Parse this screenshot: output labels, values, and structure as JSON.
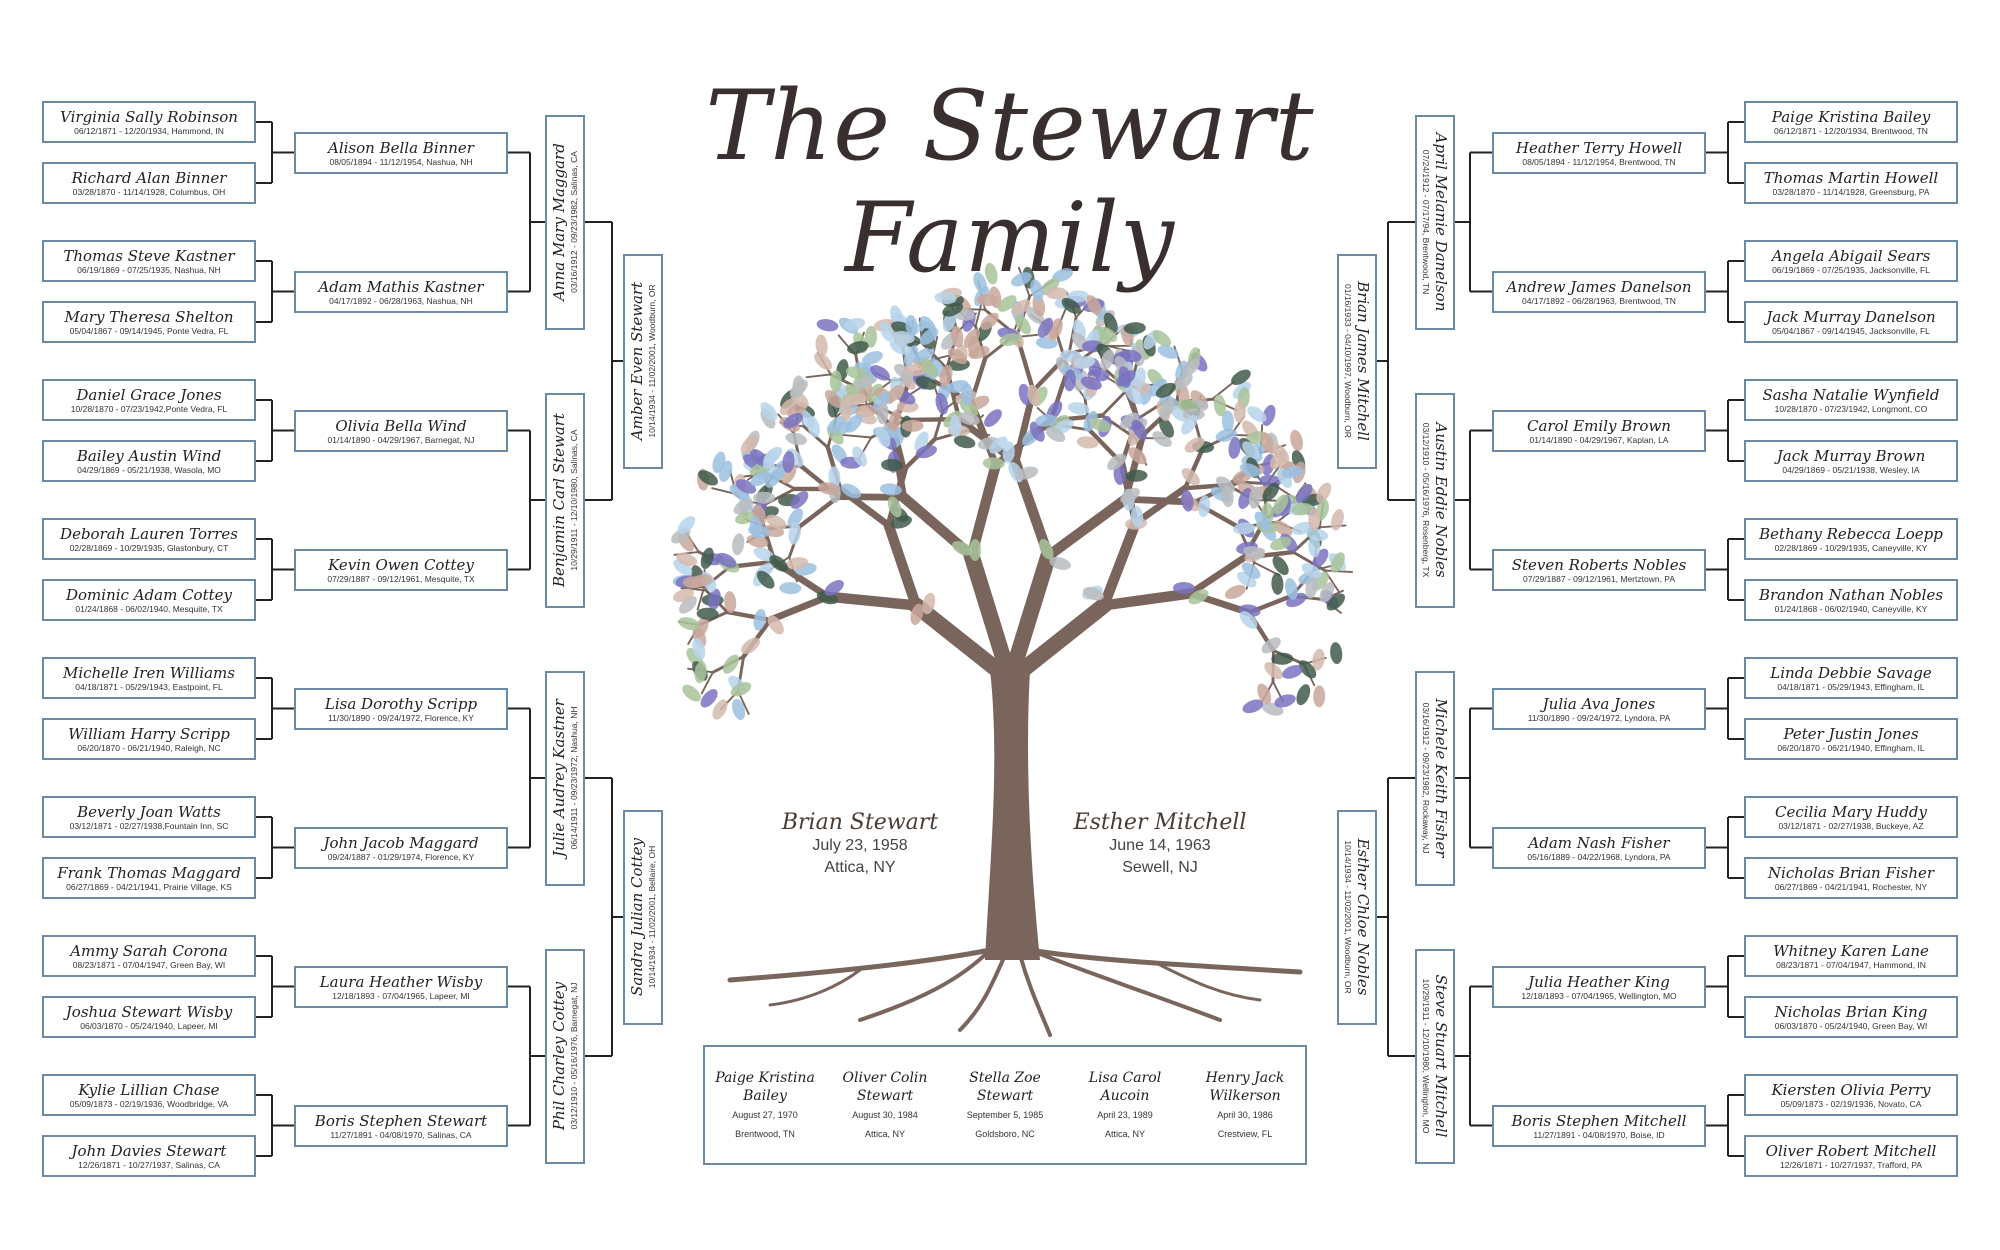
{
  "title": "The Stewart Family",
  "colors": {
    "box_border": "#6b8aa6",
    "line": "#222222",
    "trunk": "#7a655c"
  },
  "couple": {
    "husband": {
      "name": "Brian Stewart",
      "birth": "July 23, 1958",
      "place": "Attica, NY"
    },
    "wife": {
      "name": "Esther Mitchell",
      "birth": "June 14, 1963",
      "place": "Sewell, NJ"
    }
  },
  "children": [
    {
      "name": "Paige Kristina Bailey",
      "date": "August 27, 1970",
      "place": "Brentwood, TN"
    },
    {
      "name": "Oliver Colin Stewart",
      "date": "August 30, 1984",
      "place": "Attica, NY"
    },
    {
      "name": "Stella Zoe Stewart",
      "date": "September 5, 1985",
      "place": "Goldsboro, NC"
    },
    {
      "name": "Lisa Carol Aucoin",
      "date": "April 23, 1989",
      "place": "Attica, NY"
    },
    {
      "name": "Henry Jack Wilkerson",
      "date": "April 30, 1986",
      "place": "Crestview, FL"
    }
  ],
  "left": {
    "gen4": [
      {
        "name": "Virginia Sally Robinson",
        "dates": "06/12/1871 - 12/20/1934, Hammond, IN"
      },
      {
        "name": "Richard Alan Binner",
        "dates": "03/28/1870 - 11/14/1928, Columbus, OH"
      },
      {
        "name": "Thomas Steve Kastner",
        "dates": "06/19/1869 - 07/25/1935, Nashua, NH"
      },
      {
        "name": "Mary Theresa Shelton",
        "dates": "05/04/1867 - 09/14/1945, Ponte Vedra, FL"
      },
      {
        "name": "Daniel Grace Jones",
        "dates": "10/28/1870 - 07/23/1942,Ponte Vedra, FL"
      },
      {
        "name": "Bailey Austin Wind",
        "dates": "04/29/1869 - 05/21/1938, Wasola, MO"
      },
      {
        "name": "Deborah Lauren Torres",
        "dates": "02/28/1869 - 10/29/1935, Glastonbury, CT"
      },
      {
        "name": "Dominic Adam Cottey",
        "dates": "01/24/1868 - 06/02/1940, Mesquite, TX"
      },
      {
        "name": "Michelle Iren Williams",
        "dates": "04/18/1871 - 05/29/1943, Eastpoint, FL"
      },
      {
        "name": "William Harry Scripp",
        "dates": "06/20/1870 - 06/21/1940, Raleigh, NC"
      },
      {
        "name": "Beverly Joan Watts",
        "dates": "03/12/1871 - 02/27/1938,Fountain Inn, SC"
      },
      {
        "name": "Frank Thomas Maggard",
        "dates": "06/27/1869 - 04/21/1941, Prairie Village, KS"
      },
      {
        "name": "Ammy Sarah Corona",
        "dates": "08/23/1871 - 07/04/1947, Green Bay, WI"
      },
      {
        "name": "Joshua Stewart Wisby",
        "dates": "06/03/1870 - 05/24/1940, Lapeer, MI"
      },
      {
        "name": "Kylie Lillian Chase",
        "dates": "05/09/1873 - 02/19/1936, Woodbridge, VA"
      },
      {
        "name": "John Davies Stewart",
        "dates": "12/26/1871 - 10/27/1937, Salinas, CA"
      }
    ],
    "gen3": [
      {
        "name": "Alison Bella Binner",
        "dates": "08/05/1894 - 11/12/1954, Nashua, NH"
      },
      {
        "name": "Adam Mathis Kastner",
        "dates": "04/17/1892 - 06/28/1963, Nashua, NH"
      },
      {
        "name": "Olivia Bella Wind",
        "dates": "01/14/1890 - 04/29/1967, Barnegat, NJ"
      },
      {
        "name": "Kevin Owen Cottey",
        "dates": "07/29/1887 - 09/12/1961, Mesquite, TX"
      },
      {
        "name": "Lisa Dorothy Scripp",
        "dates": "11/30/1890 - 09/24/1972, Florence, KY"
      },
      {
        "name": "John Jacob Maggard",
        "dates": "09/24/1887 - 01/29/1974, Florence, KY"
      },
      {
        "name": "Laura Heather Wisby",
        "dates": "12/18/1893 - 07/04/1965, Lapeer, MI"
      },
      {
        "name": "Boris Stephen Stewart",
        "dates": "11/27/1891 - 04/08/1970, Salinas, CA"
      }
    ],
    "gen2": [
      {
        "name": "Anna Mary Maggard",
        "dates": "03/16/1912 - 09/23/1982, Salinas, CA"
      },
      {
        "name": "Benjamin Carl Stewart",
        "dates": "10/29/1911 - 12/10/1980, Salinas, CA"
      },
      {
        "name": "Julie Audrey Kastner",
        "dates": "06/14/1911 - 09/23/1972, Nashua, NH"
      },
      {
        "name": "Phil Charley Cottey",
        "dates": "03/12/1910 - 05/16/1976, Barnegat, NJ"
      }
    ],
    "gen1": [
      {
        "name": "Amber Even Stewart",
        "dates": "10/14/1934 - 11/02/2001, Woodburn, OR"
      },
      {
        "name": "Sandra Julian Cottey",
        "dates": "10/14/1934 - 11/02/2001, Bellaire, OH"
      }
    ]
  },
  "right": {
    "gen4": [
      {
        "name": "Paige Kristina Bailey",
        "dates": "06/12/1871 - 12/20/1934, Brentwood, TN"
      },
      {
        "name": "Thomas Martin Howell",
        "dates": "03/28/1870 - 11/14/1928, Greensburg, PA"
      },
      {
        "name": "Angela Abigail Sears",
        "dates": "06/19/1869 - 07/25/1935, Jacksonville, FL"
      },
      {
        "name": "Jack Murray Danelson",
        "dates": "05/04/1867 - 09/14/1945, Jacksonville, FL"
      },
      {
        "name": "Sasha Natalie Wynfield",
        "dates": "10/28/1870 - 07/23/1942, Longmont, CO"
      },
      {
        "name": "Jack Murray Brown",
        "dates": "04/29/1869 - 05/21/1938, Wesley, IA"
      },
      {
        "name": "Bethany Rebecca Loepp",
        "dates": "02/28/1869 - 10/29/1935, Caneyville, KY"
      },
      {
        "name": "Brandon Nathan Nobles",
        "dates": "01/24/1868 - 06/02/1940, Caneyville, KY"
      },
      {
        "name": "Linda Debbie Savage",
        "dates": "04/18/1871 - 05/29/1943, Effingham, IL"
      },
      {
        "name": "Peter Justin Jones",
        "dates": "06/20/1870 - 06/21/1940, Effingham, IL"
      },
      {
        "name": "Cecilia Mary Huddy",
        "dates": "03/12/1871 - 02/27/1938, Buckeye, AZ"
      },
      {
        "name": "Nicholas Brian Fisher",
        "dates": "06/27/1869 - 04/21/1941, Rochester, NY"
      },
      {
        "name": "Whitney Karen Lane",
        "dates": "08/23/1871 - 07/04/1947, Hammond, IN"
      },
      {
        "name": "Nicholas Brian King",
        "dates": "06/03/1870 - 05/24/1940, Green Bay, WI"
      },
      {
        "name": "Kiersten Olivia Perry",
        "dates": "05/09/1873 - 02/19/1936, Novato, CA"
      },
      {
        "name": "Oliver Robert Mitchell",
        "dates": "12/26/1871 - 10/27/1937, Trafford, PA"
      }
    ],
    "gen3": [
      {
        "name": "Heather Terry Howell",
        "dates": "08/05/1894 - 11/12/1954, Brentwood, TN"
      },
      {
        "name": "Andrew James Danelson",
        "dates": "04/17/1892 - 06/28/1963, Brentwood, TN"
      },
      {
        "name": "Carol Emily Brown",
        "dates": "01/14/1890 - 04/29/1967, Kaplan, LA"
      },
      {
        "name": "Steven Roberts Nobles",
        "dates": "07/29/1887 - 09/12/1961, Mertztown, PA"
      },
      {
        "name": "Julia Ava Jones",
        "dates": "11/30/1890 - 09/24/1972, Lyndora, PA"
      },
      {
        "name": "Adam Nash Fisher",
        "dates": "05/16/1889 - 04/22/1968, Lyndora, PA"
      },
      {
        "name": "Julia Heather King",
        "dates": "12/18/1893 - 07/04/1965, Wellington, MO"
      },
      {
        "name": "Boris Stephen Mitchell",
        "dates": "11/27/1891 - 04/08/1970, Boise, ID"
      }
    ],
    "gen2": [
      {
        "name": "April Melanie Danelson",
        "dates": "07/24/1912 - 07/17/94, Brentwood, TN"
      },
      {
        "name": "Austin Eddie Nobles",
        "dates": "03/12/1910 - 05/16/1976, Rosenberg, TX"
      },
      {
        "name": "Michele Keith Fisher",
        "dates": "03/16/1912 - 09/23/1982, Rockaway, NJ"
      },
      {
        "name": "Steve Stuart Mitchell",
        "dates": "10/29/1911 - 12/10/1980, Wellington, MO"
      }
    ],
    "gen1": [
      {
        "name": "Brian James Mitchell",
        "dates": "01/16/1933 - 04/10/1997, Woodburn, OR"
      },
      {
        "name": "Esther Chloe Nobles",
        "dates": "10/14/1934 - 11/02/2001, Woodburn, OR"
      }
    ]
  }
}
